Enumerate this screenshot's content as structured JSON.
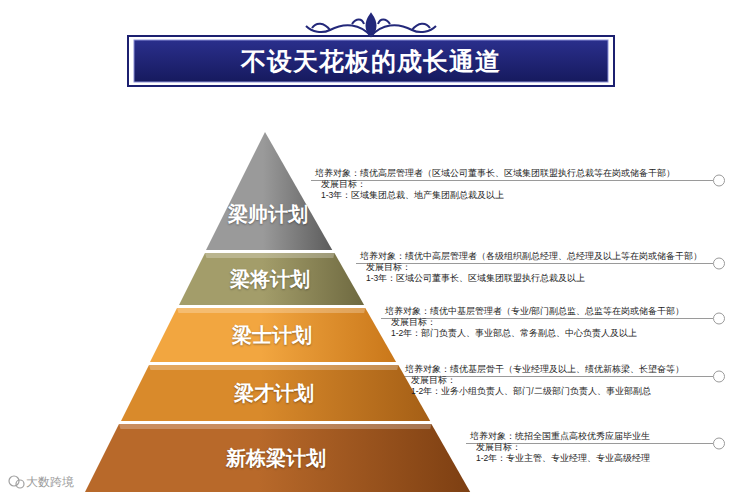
{
  "diagram": {
    "title": "不设天花板的成长通道",
    "nodes": [
      {
        "text": [
          "梁帅计划",
          "培养对象：绩优高层管理者（区域公司董事长、区域集团联盟执行总裁等在岗或储备干部）",
          "发展目标：",
          "1-3年：区域集团总裁、地产集团副总裁及以上"
        ]
      },
      {
        "text": [
          "梁将计划",
          "培养对象：绩优中高层管理者（各级组织副总经理、总经理及以上等在岗或储备干部）",
          "发展目标：",
          "1-3年：区域公司董事长、区域集团联盟执行总裁及以上"
        ]
      },
      {
        "text": [
          "梁士计划",
          "培养对象：绩优中基层管理者（专业/部门副总监、总监等在岗或储备干部）",
          "发展目标：",
          "1-2年：部门负责人、事业部总、常务副总、中心负责人及以上"
        ]
      },
      {
        "text": [
          "梁才计划",
          "培养对象：绩优基层骨干（专业经理及以上、绩优新栋梁、长望奋等）",
          "发展目标：",
          "1-2年：业务小组负责人、部门/二级部门负责人、事业部副总"
        ]
      },
      {
        "text": [
          "新栋梁计划",
          "培养对象：统招全国重点高校优秀应届毕业生",
          "发展目标：",
          "1-2年：专业主管、专业经理、专业高级经理"
        ]
      }
    ],
    "labels": [
      "大数跨境"
    ]
  }
}
